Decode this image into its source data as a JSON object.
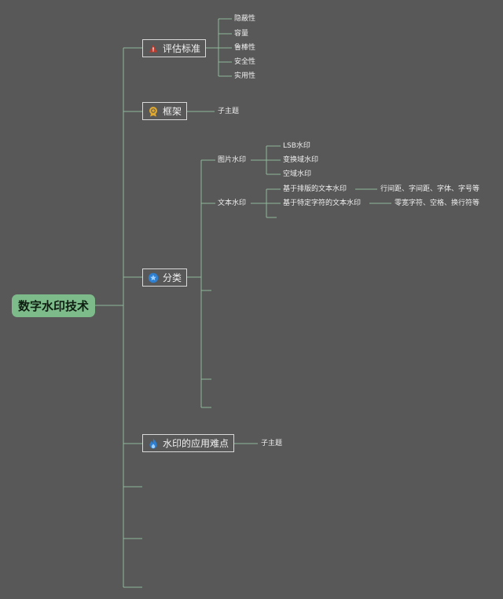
{
  "root": {
    "label": "数字水印技术"
  },
  "branches": [
    {
      "label": "评估标准",
      "icon": "triangle-warning-icon",
      "icon_color": "#c0392b",
      "children": [
        "隐蔽性",
        "容量",
        "鲁棒性",
        "安全性",
        "实用性"
      ]
    },
    {
      "label": "框架",
      "icon": "medal-icon",
      "icon_color": "#e0a82e",
      "children": [
        "子主题"
      ]
    },
    {
      "label": "分类",
      "icon": "star-icon",
      "icon_color": "#2d7fd1",
      "groups": [
        {
          "label": "图片水印",
          "children": [
            "LSB水印",
            "变换域水印",
            "空域水印"
          ]
        },
        {
          "label": "文本水印",
          "children": [
            {
              "label": "基于排版的文本水印",
              "detail": "行间距、字间距、字体、字号等"
            },
            {
              "label": "基于特定字符的文本水印",
              "detail": "零宽字符、空格、换行符等"
            }
          ]
        }
      ]
    },
    {
      "label": "水印的应用难点",
      "icon": "flame-icon",
      "icon_color": "#2d7fd1",
      "children": [
        "子主题"
      ]
    }
  ],
  "colors": {
    "background": "#585858",
    "connector": "#8fb99a",
    "root_fill": "#7dbb8a"
  }
}
